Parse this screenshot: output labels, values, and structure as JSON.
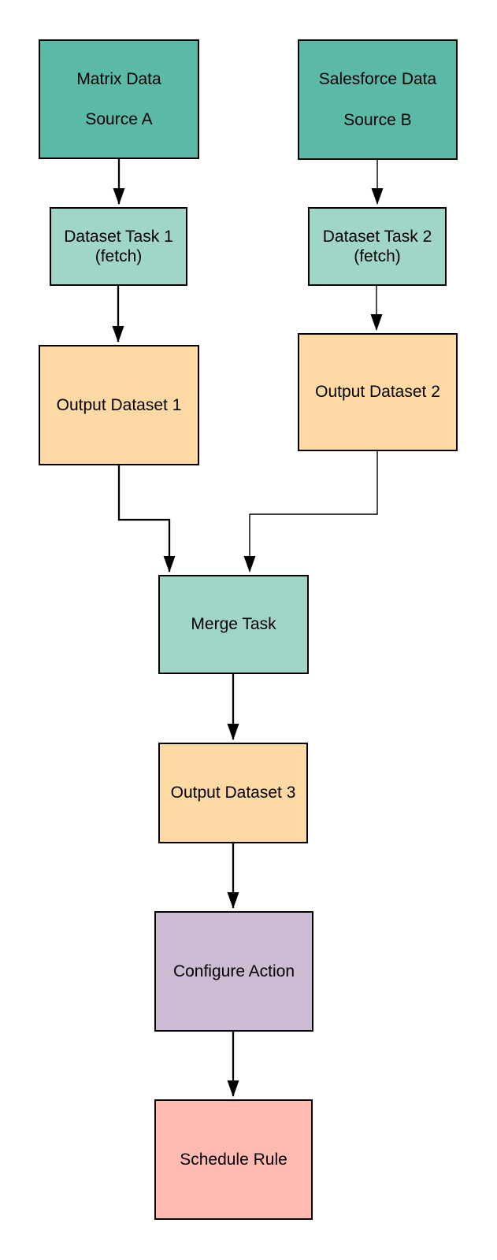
{
  "diagram": {
    "background": "#ffffff",
    "line_color": "#000000",
    "text_color": "#000000",
    "colors": {
      "source_box": "#5bb9a7",
      "task_box": "#a0d6c8",
      "dataset_box": "#ffd9a4",
      "action_box": "#cdbad3",
      "rule_box": "#ffbab1"
    },
    "nodes": {
      "source_a": {
        "line1": "Matrix Data",
        "line2": "Source A"
      },
      "source_b": {
        "line1": "Salesforce Data",
        "line2": "Source B"
      },
      "task1": {
        "line1": "Dataset Task 1",
        "line2": "(fetch)"
      },
      "task2": {
        "line1": "Dataset Task 2",
        "line2": "(fetch)"
      },
      "output1": {
        "line1": "Output Dataset 1"
      },
      "output2": {
        "line1": "Output Dataset 2"
      },
      "merge": {
        "line1": "Merge Task"
      },
      "output3": {
        "line1": "Output Dataset 3"
      },
      "configure": {
        "line1": "Configure Action"
      },
      "schedule": {
        "line1": "Schedule Rule"
      }
    },
    "edges": [
      {
        "from": "source_a",
        "to": "task1"
      },
      {
        "from": "source_b",
        "to": "task2"
      },
      {
        "from": "task1",
        "to": "output1"
      },
      {
        "from": "task2",
        "to": "output2"
      },
      {
        "from": "output1",
        "to": "merge"
      },
      {
        "from": "output2",
        "to": "merge"
      },
      {
        "from": "merge",
        "to": "output3"
      },
      {
        "from": "output3",
        "to": "configure"
      },
      {
        "from": "configure",
        "to": "schedule"
      }
    ]
  }
}
